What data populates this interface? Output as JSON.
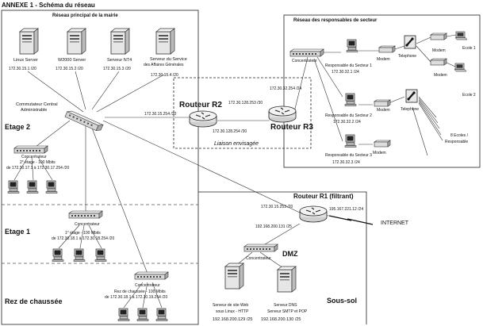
{
  "title": "ANNEXE 1 - Schéma du réseau",
  "sections": {
    "mairie": "Réseau principal de la mairie",
    "secteur": "Réseau des responsables de secteur",
    "etage2": "Etage 2",
    "etage1": "Etage 1",
    "rdc": "Rez de chaussée",
    "soussol": "Sous-sol",
    "dmz": "DMZ",
    "liaison": "Liaison envisagée",
    "internet": "INTERNET"
  },
  "servers": [
    {
      "name": "Linux Server",
      "ip": "172.30.15.1 /20"
    },
    {
      "name": "W2000 Server",
      "ip": "172.30.15.2 /20"
    },
    {
      "name": "Serveur NT4",
      "ip": "172.30.15.3 /20"
    },
    {
      "name": "Serveur du Service",
      "name2": "des Affaires Générales",
      "ip": "172.30.15.4 /20"
    }
  ],
  "commutateur": {
    "line1": "Commutateur Central",
    "line2": "Administrable"
  },
  "routers": {
    "r2": {
      "name": "Routeur R2",
      "ip_left": "172.30.15.254 /20",
      "ip_top": "172.30.128.253 /30",
      "ip_bottom": "172.30.128.254 /30"
    },
    "r3": {
      "name": "Routeur R3",
      "ip_top": "172.30.32.254 /24"
    },
    "r1": {
      "name": "Routeur R1 (filtrant)",
      "ip_left": "172.30.15.253 /20",
      "ip_right": "195.167.221.12 /24",
      "ip_bottom": "192.168.200.131 /25"
    }
  },
  "hubs": {
    "etage2": {
      "title": "Concentrateur",
      "line1": "2° étage - 100 Mbits",
      "line2": "de 172.30.17.1 à 172.30.17.254 /20"
    },
    "etage1": {
      "title": "Concentrateur",
      "line1": "1° étage - 100 Mbits",
      "line2": "de 172.30.18.1 à 172.30.18.254 /20"
    },
    "rdc": {
      "title": "Concentrateur",
      "line1": "Rez de chaussée - 100 Mbits",
      "line2": "de 172.30.18.1 à 172.30.19.254 /20"
    },
    "dmz": {
      "title": "Concentrateur"
    },
    "secteur": {
      "title": "Concentrateur"
    }
  },
  "dmz_servers": [
    {
      "line1": "Serveur de site Web",
      "line2": "sous Linux - HTTP",
      "ip": "192.168.200.129 /25"
    },
    {
      "line1": "Serveur DNS",
      "line2": "Serveur SMTP et POP",
      "ip": "192.168.200.130 /25"
    }
  ],
  "secteur": {
    "resp1": {
      "name": "Responsable du Secteur 1",
      "ip": "172.30.32.1 /24"
    },
    "resp2": {
      "name": "Responsable du Secteur 2",
      "ip": "172.30.32.2 /24"
    },
    "resp3": {
      "name": "Responsable du Secteur 3",
      "ip": "172.30.32.3 /24"
    },
    "modem": "Modem",
    "telephone": "Telephone",
    "ecole1": "Ecole 1",
    "ecole2": "Ecole 2",
    "ecoles_line1": "8 Ecoles /",
    "ecoles_line2": "Responsable"
  }
}
